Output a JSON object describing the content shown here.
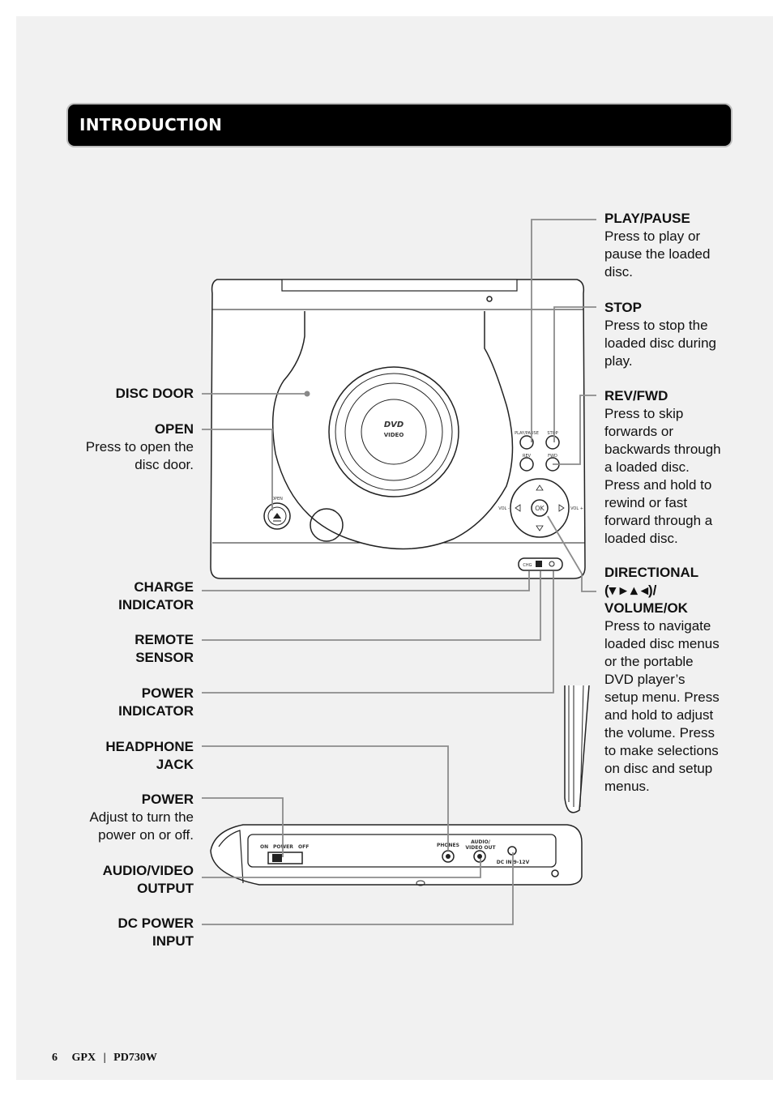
{
  "header": {
    "title": "INTRODUCTION"
  },
  "left_labels": [
    {
      "id": "disc-door",
      "title": "DISC DOOR",
      "desc": ""
    },
    {
      "id": "open",
      "title": "OPEN",
      "desc": "Press to open the disc door."
    },
    {
      "id": "charge-indicator",
      "title": "CHARGE INDICATOR",
      "desc": ""
    },
    {
      "id": "remote-sensor",
      "title": "REMOTE SENSOR",
      "desc": ""
    },
    {
      "id": "power-indicator",
      "title": "POWER INDICATOR",
      "desc": ""
    },
    {
      "id": "headphone-jack",
      "title": "HEADPHONE JACK",
      "desc": ""
    },
    {
      "id": "power",
      "title": "POWER",
      "desc": "Adjust to turn the power on or off."
    },
    {
      "id": "audio-video-output",
      "title": "AUDIO/VIDEO OUTPUT",
      "desc": ""
    },
    {
      "id": "dc-power-input",
      "title": "DC POWER INPUT",
      "desc": ""
    }
  ],
  "right_labels": {
    "play_pause": {
      "title": "PLAY/PAUSE",
      "desc": "Press to play or pause the loaded disc."
    },
    "stop": {
      "title": "STOP",
      "desc": "Press to stop the loaded disc during play."
    },
    "rev_fwd": {
      "title": "REV/FWD",
      "desc": "Press to skip forwards or backwards through a loaded disc. Press and hold to rewind or fast forward through a loaded disc."
    },
    "directional": {
      "title_1": "DIRECTIONAL",
      "title_2": "(▾ ▸ ▴ ◂)/",
      "title_3": "VOLUME/OK",
      "desc": "Press to navigate loaded disc menus or the portable DVD player’s setup menu. Press and hold to adjust the volume. Press to make selections on disc and setup menus."
    }
  },
  "device_labels": {
    "play_pause": "PLAY/PAUSE",
    "stop": "STOP",
    "rev": "REV",
    "fwd": "FWD",
    "open": "OPEN",
    "vol_minus": "VOL -",
    "vol_plus": "VOL +",
    "ok": "OK",
    "chg": "CHG",
    "dvd": "DVD",
    "video": "VIDEO",
    "on": "ON",
    "power": "POWER",
    "off": "OFF",
    "phones": "PHONES",
    "av_out_1": "AUDIO/",
    "av_out_2": "VIDEO OUT",
    "dc_in": "DC IN 9-12V"
  },
  "footer": {
    "page": "6",
    "brand": "GPX",
    "separator": "|",
    "model": "PD730W"
  }
}
